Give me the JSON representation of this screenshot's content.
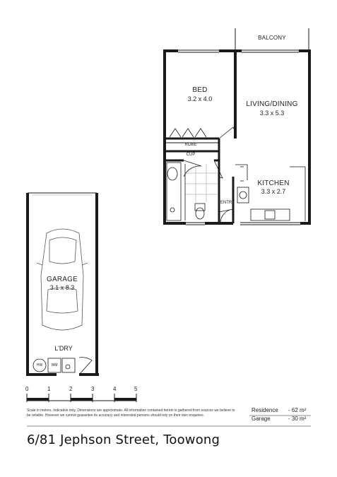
{
  "rooms": {
    "balcony": {
      "name": "BALCONY"
    },
    "bed": {
      "name": "BED",
      "dims": "3.2 x 4.0"
    },
    "living": {
      "name": "LIVING/DINING",
      "dims": "3.3 x 5.3"
    },
    "kitchen": {
      "name": "KITCHEN",
      "dims": "3.3 x 2.7"
    },
    "robe": {
      "name": "ROBE"
    },
    "cup": {
      "name": "CUP"
    },
    "entry": {
      "name": "ENTRY"
    },
    "garage": {
      "name": "GARAGE",
      "dims": "3.1 x 8.3"
    },
    "ldry": {
      "name": "L'DRY"
    },
    "hw": {
      "name": "HW"
    },
    "wm": {
      "name": "WM"
    }
  },
  "scale": {
    "ticks": [
      "0",
      "1",
      "2",
      "3",
      "4",
      "5"
    ]
  },
  "disclaimer": "Scale in metres. Indicative only. Dimensions are approximate. All information contained herein is gathered from sources we believe to be reliable. However we cannot guarantee its accuracy and interested persons should rely on their own enquiries.",
  "areas": [
    {
      "label": "Residence",
      "value": "- 62 m²"
    },
    {
      "label": "Garage",
      "value": "- 30 m²"
    }
  ],
  "address": "6/81 Jephson Street, Toowong"
}
